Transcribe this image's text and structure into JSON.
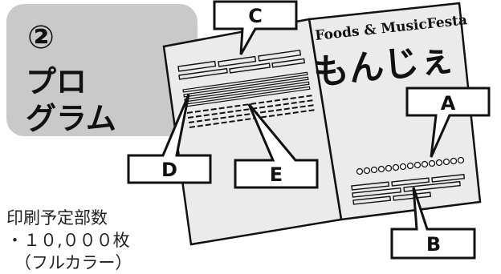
{
  "section": {
    "number": "②",
    "title_line1": "プロ",
    "title_line2": "グラム"
  },
  "print_info": {
    "heading": "印刷予定部数",
    "count": "・１０,０００枚",
    "note": "（フルカラー）"
  },
  "brochure": {
    "brand": "Foods & MusicFesta",
    "logo": "もんじぇ"
  },
  "callouts": {
    "a": "A",
    "b": "B",
    "c": "C",
    "d": "D",
    "e": "E"
  },
  "colors": {
    "badge_bg": "#c9c9c9",
    "page_fill": "#ebebeb",
    "outline": "#111111"
  }
}
